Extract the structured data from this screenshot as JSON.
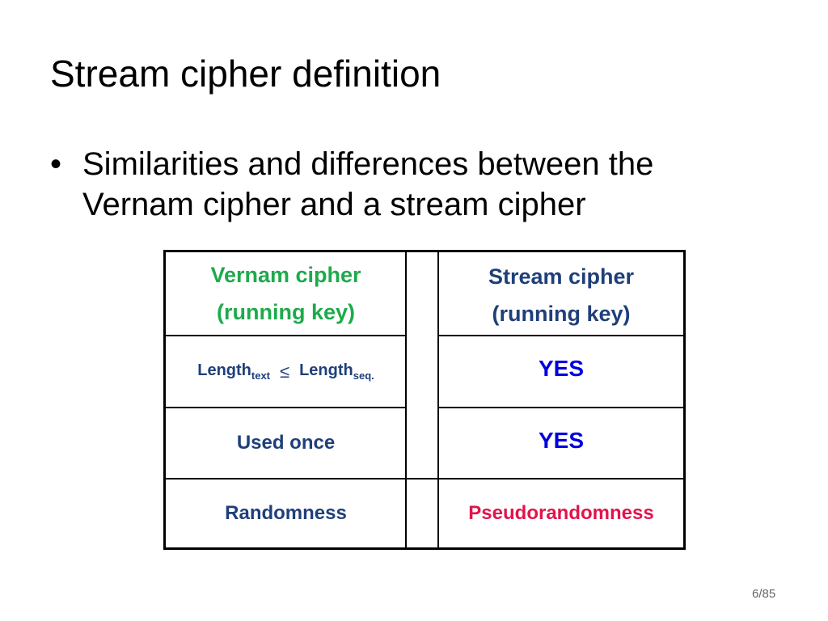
{
  "slide": {
    "title": "Stream cipher definition",
    "bullet_symbol": "•",
    "bullet_text": "Similarities and differences between the Vernam cipher and a stream cipher",
    "page_number": "6/85"
  },
  "table": {
    "header_left_line1": "Vernam cipher",
    "header_left_line2": "(running key)",
    "header_right_line1": "Stream cipher",
    "header_right_line2": "(running key)",
    "length_word_a": "Length",
    "length_sub_a": "text",
    "length_operator": "≤",
    "length_word_b": "Length",
    "length_sub_b": "seq.",
    "row2_left": "Used once",
    "row3_left": "Randomness",
    "row1_right": "YES",
    "row2_right": "YES",
    "row3_right": "Pseudorandomness"
  },
  "colors": {
    "vernam_header": "#1eaa4c",
    "stream_header": "#1f3f7a",
    "body_text": "#1f3f7a",
    "yes_text": "#0000dd",
    "pseudo_text": "#e0144c"
  }
}
